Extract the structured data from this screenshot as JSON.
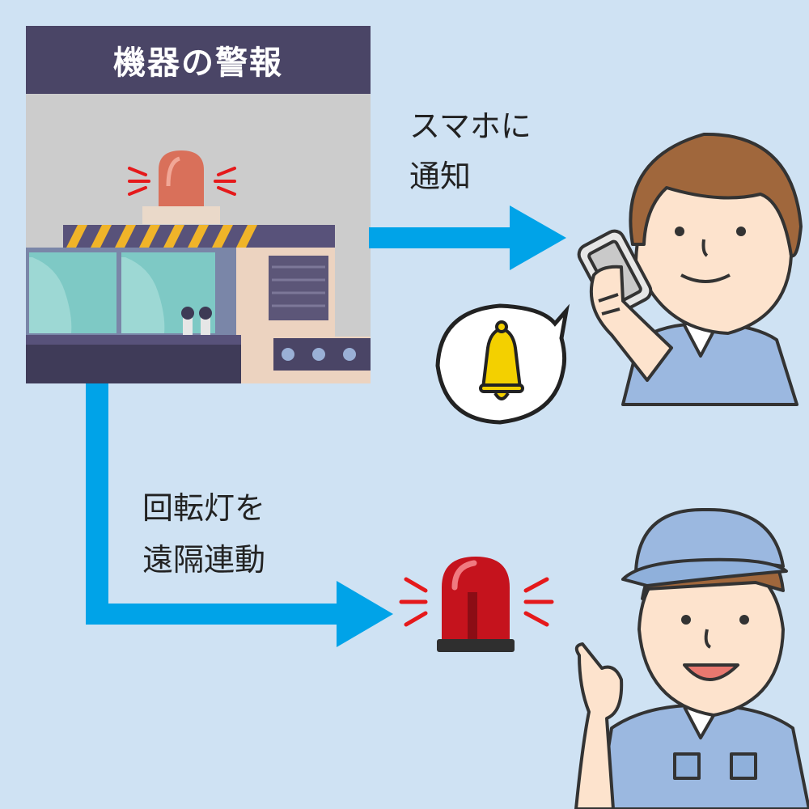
{
  "title": "機器の警報",
  "phone_notice": {
    "line1": "スマホに",
    "line2": "通知"
  },
  "lamp_notice": {
    "line1": "回転灯を",
    "line2": "遠隔連動"
  },
  "colors": {
    "background": "#cfe2f3",
    "title_band": "#4a4566",
    "arrow": "#00a3e8",
    "alarm_red": "#e5191b",
    "bell_yellow": "#f3d000"
  },
  "icons": [
    "warning-lamp-icon",
    "bell-icon",
    "smartphone-icon",
    "rotating-beacon-icon"
  ]
}
